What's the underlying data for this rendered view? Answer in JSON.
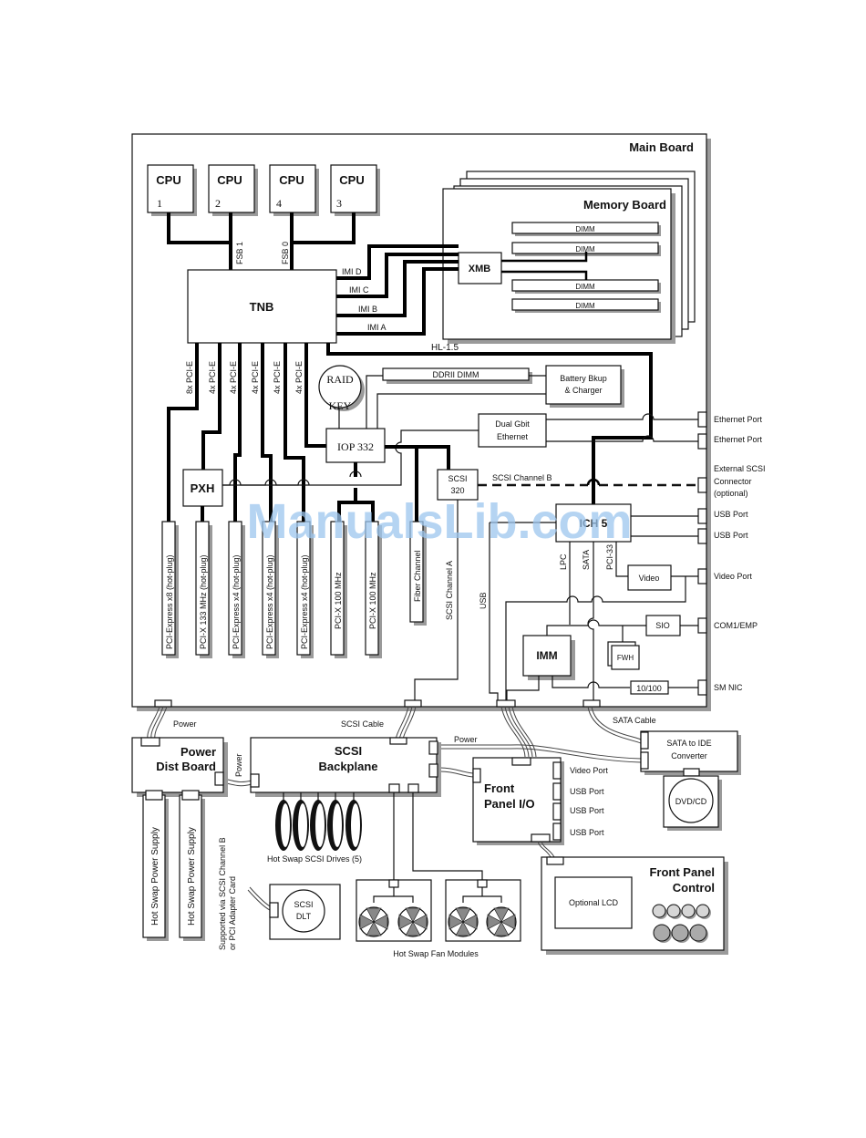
{
  "title": "System block diagram",
  "watermark": "ManualsLib.com",
  "main_board": {
    "label": "Main Board",
    "cpus": [
      {
        "label": "CPU",
        "number": "1"
      },
      {
        "label": "CPU",
        "number": "2"
      },
      {
        "label": "CPU",
        "number": "4"
      },
      {
        "label": "CPU",
        "number": "3"
      }
    ],
    "fsb_labels": [
      "FSB 1",
      "FSB 0"
    ],
    "tnb": "TNB",
    "imi_labels": [
      "IMI D",
      "IMI C",
      "IMI B",
      "IMI A"
    ],
    "hl_label": "HL-1.5",
    "memory_board": {
      "label": "Memory Board",
      "xmb": "XMB",
      "dimms": [
        "DIMM",
        "DIMM",
        "DIMM",
        "DIMM"
      ]
    },
    "pcie_links": [
      "8x PCI-E",
      "4x PCI-E",
      "4x PCI-E",
      "4x PCI-E",
      "4x PCI-E",
      "4x PCI-E"
    ],
    "raid_key": [
      "RAID",
      "KEY"
    ],
    "ddr_dimm": "DDRII DIMM",
    "battery": [
      "Battery Bkup",
      "& Charger"
    ],
    "iop": "IOP 332",
    "dual_gbit": [
      "Dual Gbit",
      "Ethernet"
    ],
    "pxh": "PXH",
    "scsi320": [
      "SCSI",
      "320"
    ],
    "scsi_channel_b": "SCSI Channel B",
    "ich5": "ICH 5",
    "ich_links": [
      "LPC",
      "SATA",
      "PCI-33"
    ],
    "video": "Video",
    "sio": "SIO",
    "fwh": "FWH",
    "imm": "IMM",
    "nic100": "10/100",
    "usb_label": "USB",
    "scsi_channel_a": "SCSI Channel A",
    "slots": [
      "PCI-Express x8 (hot-plug)",
      "PCI-X 133 MHz (hot-plug)",
      "PCI-Express x4 (hot-plug)",
      "PCI-Express x4 (hot-plug)",
      "PCI-Express x4 (hot-plug)",
      "PCI-X 100 MHz",
      "PCI-X 100 MHz",
      "Fiber Channel"
    ],
    "ports": [
      "Ethernet Port",
      "Ethernet Port",
      "External SCSI",
      "Connector",
      "(optional)",
      "USB Port",
      "USB Port",
      "Video Port",
      "COM1/EMP",
      "SM NIC"
    ]
  },
  "external": {
    "power_cable": "Power",
    "scsi_cable": "SCSI Cable",
    "sata_cable": "SATA Cable",
    "power_dist": [
      "Power",
      "Dist Board"
    ],
    "power_link": "Power",
    "backplane": [
      "SCSI",
      "Backplane"
    ],
    "backplane_power": "Power",
    "power_supplies": [
      "Hot Swap Power Supply",
      "Hot Swap Power Supply"
    ],
    "scsi_drives": "Hot Swap SCSI Drives (5)",
    "scsi_dlt_note": [
      "Supported via SCSI Channel B",
      "or PCI Adapter Card"
    ],
    "scsi_dlt": [
      "SCSI",
      "DLT"
    ],
    "fan_modules": "Hot Swap Fan Modules",
    "front_panel_io": [
      "Front",
      "Panel I/O"
    ],
    "front_panel_ports": [
      "Video Port",
      "USB Port",
      "USB Port",
      "USB Port"
    ],
    "sata_ide": [
      "SATA to IDE",
      "Converter"
    ],
    "dvd": "DVD/CD",
    "front_panel_control": [
      "Front Panel",
      "Control"
    ],
    "optional_lcd": "Optional LCD"
  }
}
